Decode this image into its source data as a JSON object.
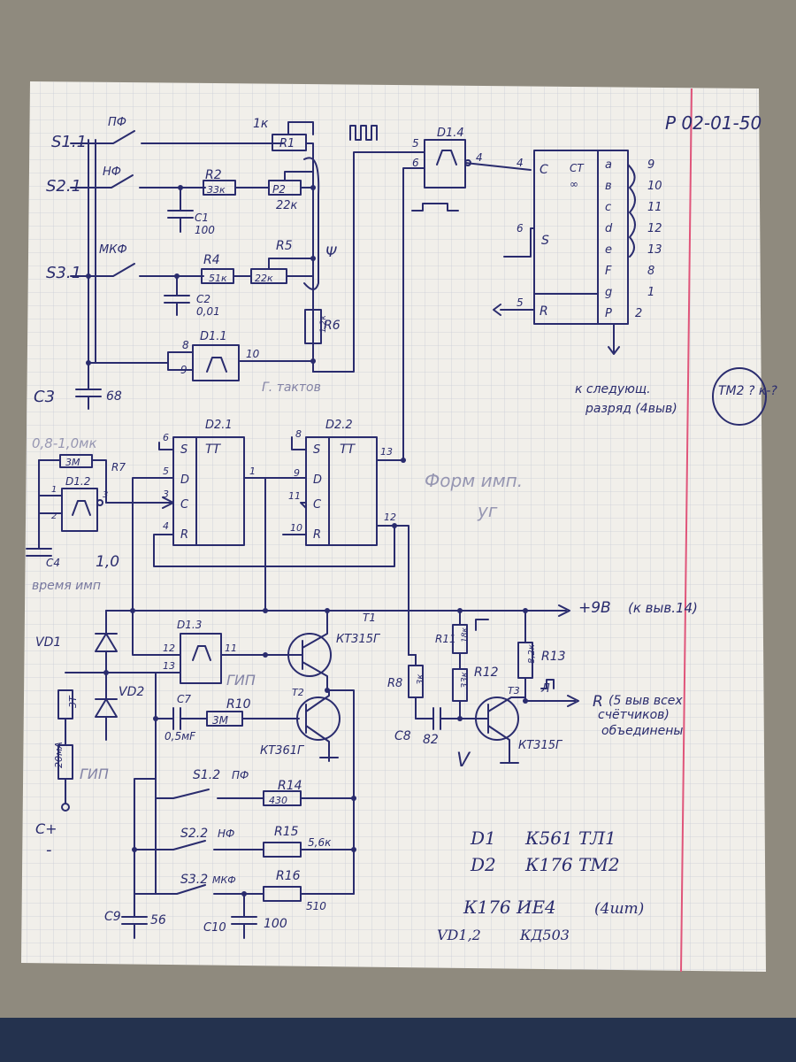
{
  "document": {
    "corner_code": "P 02-01-50",
    "side_note": "TM2 ? к-?"
  },
  "colors": {
    "ink": "#2a2c6e",
    "paper": "#f1efea",
    "grid": "#c9ccd6",
    "margin_line": "#e0557a",
    "table": "#8f8a7e"
  },
  "switches": [
    {
      "id": "S1.1",
      "mode": "ПФ"
    },
    {
      "id": "S2.1",
      "mode": "НФ"
    },
    {
      "id": "S3.1",
      "mode": "МКФ"
    }
  ],
  "chips": {
    "d14": {
      "name": "D1.4",
      "pin_in_a": "5",
      "pin_in_b": "6",
      "pin_out": "4"
    },
    "counter": {
      "title_a": "CT",
      "title_b": "∞",
      "in_c": "C",
      "in_s": "S",
      "in_r": "R",
      "outputs": [
        "a",
        "в",
        "c",
        "d",
        "e",
        "F",
        "g",
        "P"
      ],
      "pins": [
        "9",
        "10",
        "11",
        "12",
        "13",
        "8",
        "1",
        "2"
      ],
      "pin_c": "4",
      "pin_s": "6",
      "pin_r": "5"
    },
    "d11": {
      "name": "D1.1",
      "pin_top": "8",
      "pin_in": "9",
      "pin_out": "10"
    },
    "d21": {
      "name": "D2.1",
      "title": "TT",
      "in_s": "S",
      "in_d": "D",
      "in_c": "C",
      "in_r": "R",
      "pin_s": "6",
      "pin_d": "5",
      "pin_c": "3",
      "pin_r": "4",
      "pin_q": "1"
    },
    "d22": {
      "name": "D2.2",
      "title": "TT",
      "in_s": "S",
      "in_d": "D",
      "in_c": "C",
      "in_r": "R",
      "pin_s": "8",
      "pin_d": "9",
      "pin_c": "11",
      "pin_r": "10",
      "pin_q": "13",
      "pin_nq": "12"
    },
    "d12": {
      "name": "D1.2",
      "pin_a": "1",
      "pin_b": "2",
      "pin_out": "3"
    },
    "d13": {
      "name": "D1.3",
      "pin_a": "12",
      "pin_b": "13",
      "pin_out": "11"
    }
  },
  "components": {
    "r1": "R1",
    "r1_value": "1к",
    "r2": "R2",
    "r2_value": "33к",
    "p2": "P2",
    "p2_value": "22к",
    "r5": "R5",
    "r4": "R4",
    "r4_value": "51к",
    "r5_value": "22к",
    "r6": "R6",
    "r6_value": "1,2к",
    "c1": "C1",
    "c1_value": "100",
    "c2": "C2",
    "c2_value": "0,01",
    "c3": "C3",
    "c3_value": "68",
    "r7": "R7",
    "r7_value": "3M",
    "c4": "C4",
    "c4_value": "1,0",
    "vd1": "VD1",
    "vd2": "VD2",
    "fuse_value": "3T",
    "fuse_current": "20мА",
    "c7": "C7",
    "c7_value": "0,5мF",
    "r10": "R10",
    "r10_value": "3M",
    "t1": "T1",
    "t1_model": "КТ315Г",
    "t2": "T2",
    "t2_model": "КТ361Г",
    "r8": "R8",
    "r8_value": "3к",
    "r11": "R11",
    "r11_value": "18к",
    "r12": "R12",
    "r12_value": "33к",
    "r13": "R13",
    "r13_value": "8,2к",
    "c8": "C8",
    "c8_value": "82",
    "t3": "T3",
    "t3_model": "КТ315Г",
    "s12": "S1.2",
    "s12_mode": "ПФ",
    "s22": "S2.2",
    "s22_mode": "НФ",
    "s32": "S3.2",
    "s32_mode": "МКФ",
    "r14": "R14",
    "r14_value": "430",
    "r15": "R15",
    "r15_value": "5,6к",
    "r16": "R16",
    "r16_value": "510",
    "c9": "C9",
    "c9_value": "56",
    "c10": "C10",
    "c10_value": "100"
  },
  "labels": {
    "gen_clock": "Г. тактов",
    "pulse_range": "0,8-1,0мк",
    "pulse_time": "время имп",
    "former": "Форм имп.",
    "former_b": "уг",
    "gip_a": "ГИП",
    "gip_b": "ГИП",
    "power": "+9В",
    "power_note": "(к выв.14)",
    "reset_out": "R",
    "reset_note_a": "(5 выв всех",
    "reset_note_b": "счётчиков)",
    "reset_note_c": "объединены",
    "next_stage_a": "к следующ.",
    "next_stage_b": "разряд (4выв)",
    "c_plus": "С+",
    "c_minus": "-",
    "phi": "Ψ",
    "v_mark": "V",
    "pulse_mark": "Л"
  },
  "parts_list": [
    {
      "ref": "D1",
      "part": "К561 ТЛ1"
    },
    {
      "ref": "D2",
      "part": "К176 ТМ2"
    },
    {
      "ref": "К176 ИЕ4",
      "part": "(4шт)"
    },
    {
      "ref": "VD1,2",
      "part": "КД503"
    }
  ]
}
